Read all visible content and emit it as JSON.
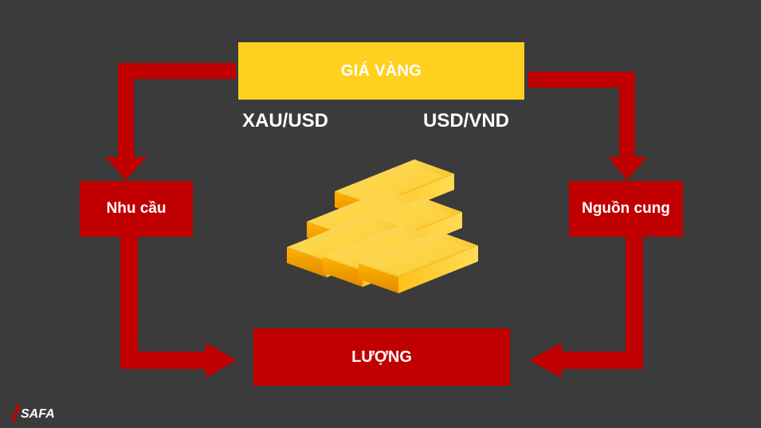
{
  "diagram": {
    "price_label": "GIÁ VÀNG",
    "pair_left": "XAU/USD",
    "pair_right": "USD/VND",
    "demand_label": "Nhu cầu",
    "supply_label": "Nguồn cung",
    "volume_label": "LƯỢNG"
  },
  "logo": {
    "text": "SAFA"
  },
  "colors": {
    "background": "#3b3b3b",
    "price_box": "#ffd11e",
    "flow_red": "#c00000",
    "text": "#ffffff"
  },
  "icons": [
    "gold-bars-icon",
    "safa-logo-icon"
  ]
}
